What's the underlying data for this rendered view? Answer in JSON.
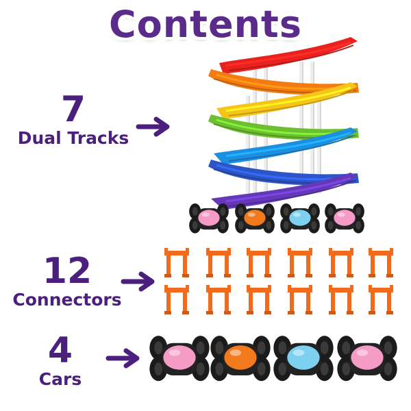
{
  "title": "Contents",
  "colors": {
    "text": "#4b1f7d",
    "connector": "#f26a1b",
    "tracks": [
      "#e8231f",
      "#f47b12",
      "#f6c51a",
      "#6cc030",
      "#1d8fe0",
      "#2c56c8",
      "#6438b8"
    ],
    "car_bodies": [
      "#f59cc6",
      "#f27a1c",
      "#7ed0f0",
      "#f59cc6"
    ]
  },
  "items": [
    {
      "count": "7",
      "label": "Dual Tracks",
      "icon": "arrow-right-icon"
    },
    {
      "count": "12",
      "label": "Connectors",
      "icon": "arrow-right-icon"
    },
    {
      "count": "4",
      "label": "Cars",
      "icon": "arrow-right-icon"
    }
  ]
}
